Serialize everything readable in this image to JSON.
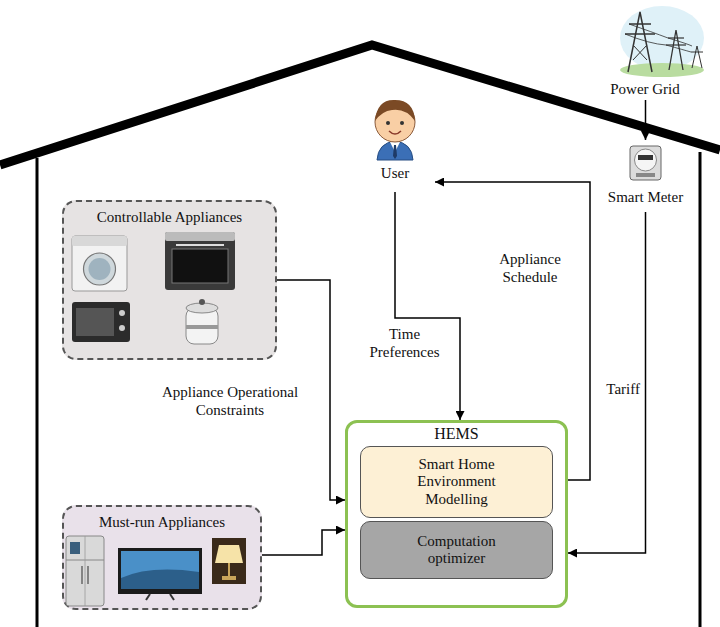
{
  "diagram": {
    "nodes": [
      {
        "text": [
          "Power Grid"
        ]
      },
      {
        "text": [
          "User"
        ]
      },
      {
        "text": [
          "Controllable Appliances"
        ]
      },
      {
        "text": [
          "Smart Meter"
        ]
      },
      {
        "text": [
          "HEMS"
        ]
      },
      {
        "text": [
          "Smart Home Environment Modelling"
        ],
        "in": 4
      },
      {
        "text": [
          "Computation optimizer"
        ],
        "in": 4
      },
      {
        "text": [
          "Must-run Appliances"
        ]
      }
    ],
    "edges": [
      {
        "from": 0,
        "to": 3,
        "arrow": "to"
      },
      {
        "from": 1,
        "to": 4,
        "label": "Time Preferences",
        "arrow": "to"
      },
      {
        "from": 4,
        "to": 1,
        "label": "Appliance Schedule",
        "arrow": "to"
      },
      {
        "from": 2,
        "to": 4,
        "label": "Appliance Operational Constraints",
        "arrow": "to"
      },
      {
        "from": 3,
        "to": 4,
        "label": "Tariff",
        "arrow": "to"
      },
      {
        "from": 7,
        "to": 4,
        "arrow": "to"
      }
    ]
  }
}
